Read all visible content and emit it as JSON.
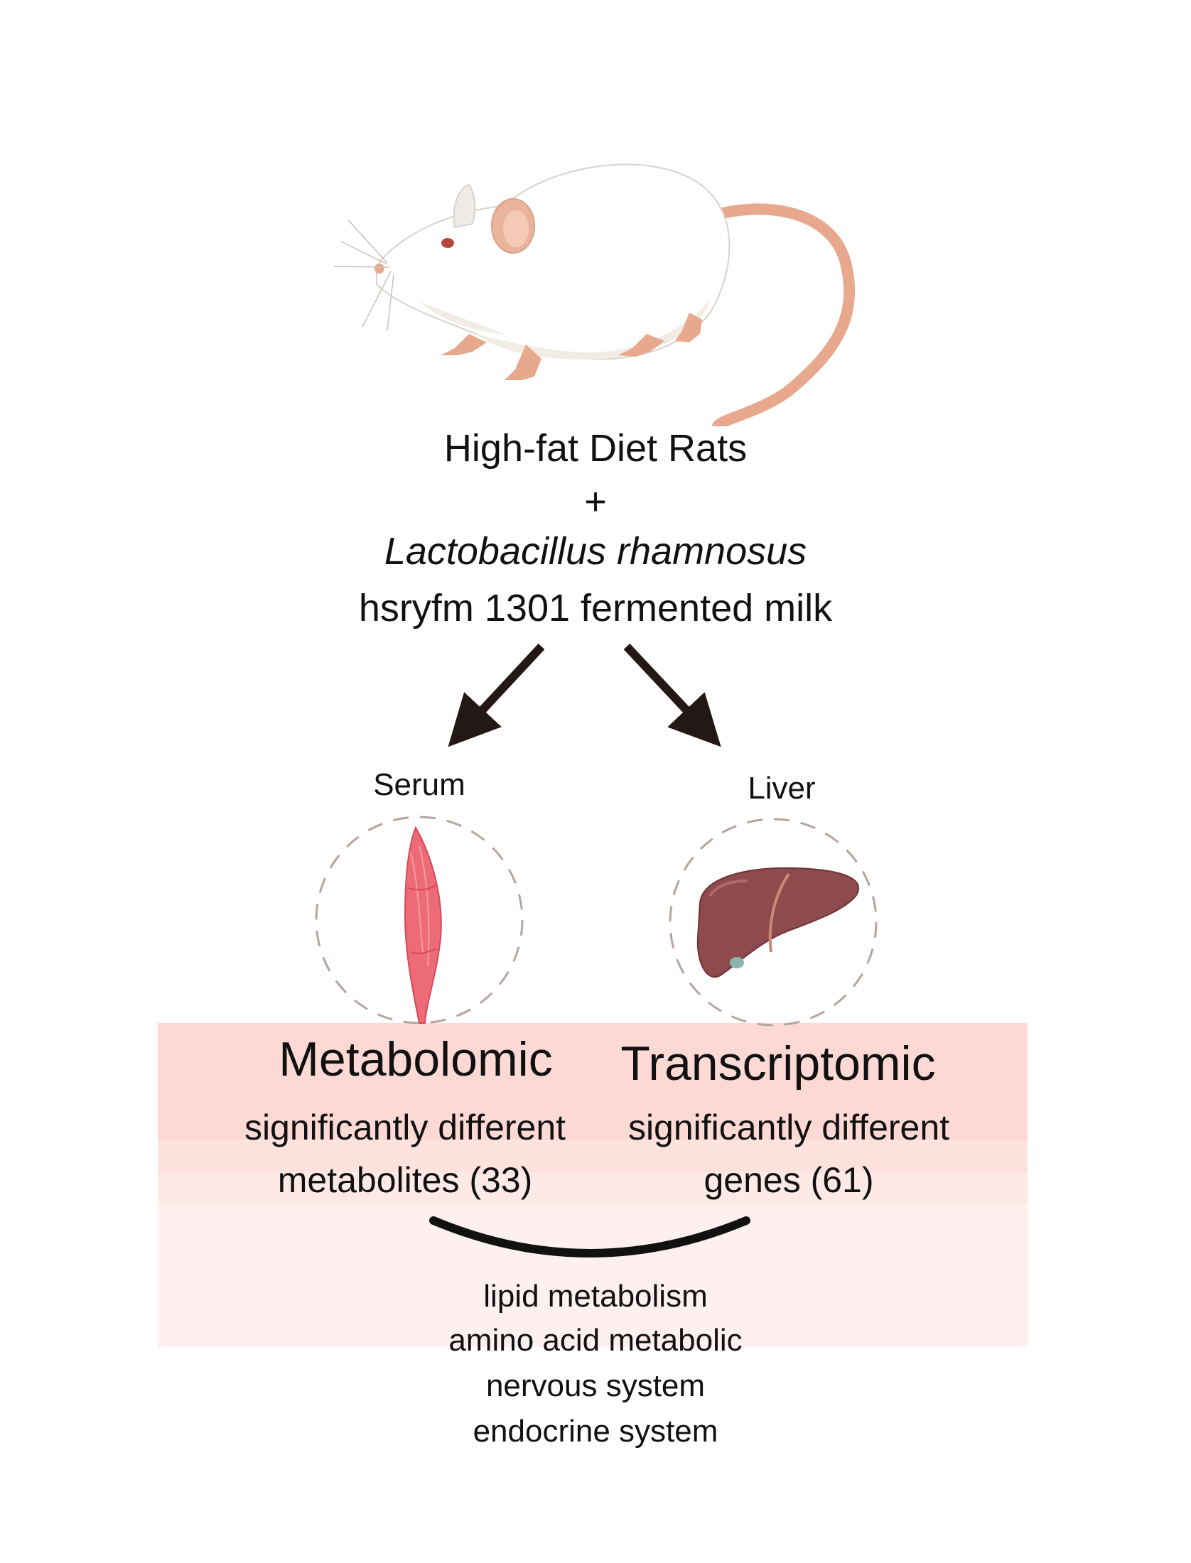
{
  "top": {
    "line1": "High-fat Diet Rats",
    "plus": "+",
    "species": "Lactobacillus rhamnosus",
    "strain": "hsryfm 1301 fermented milk"
  },
  "left": {
    "sample_label": "Serum",
    "method": "Metabolomic",
    "result_line1": "significantly different",
    "result_line2": "metabolites (33)"
  },
  "right": {
    "sample_label": "Liver",
    "method": "Transcriptomic",
    "result_line1": "significantly different",
    "result_line2": "genes (61)"
  },
  "pathways": [
    "lipid metabolism",
    "amino acid metabolic",
    "nervous system",
    "endocrine system"
  ],
  "colors": {
    "band": "#fdd9d5",
    "arrow": "#231815",
    "rat_tail": "#e8a88e",
    "muscle": "#e8505c",
    "liver": "#8e4a4c"
  },
  "icons": [
    "rat-icon",
    "muscle-icon",
    "liver-icon",
    "arrow-icon"
  ]
}
